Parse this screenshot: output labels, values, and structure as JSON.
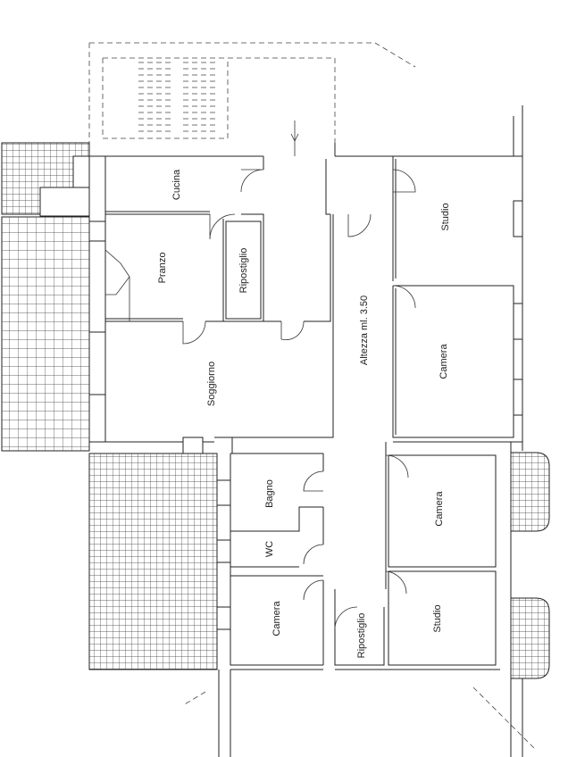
{
  "plan": {
    "rooms": {
      "cucina": "Cucina",
      "pranzo": "Pranzo",
      "ripostiglio_1": "Ripostiglio",
      "soggiorno": "Soggiorno",
      "corridoio": "Altezza ml. 3.50",
      "studio_1": "Studio",
      "camera_1": "Camera",
      "camera_2": "Camera",
      "bagno": "Bagno",
      "wc": "WC",
      "camera_3": "Camera",
      "studio_2": "Studio",
      "ripostiglio_2": "Ripostiglio"
    }
  }
}
